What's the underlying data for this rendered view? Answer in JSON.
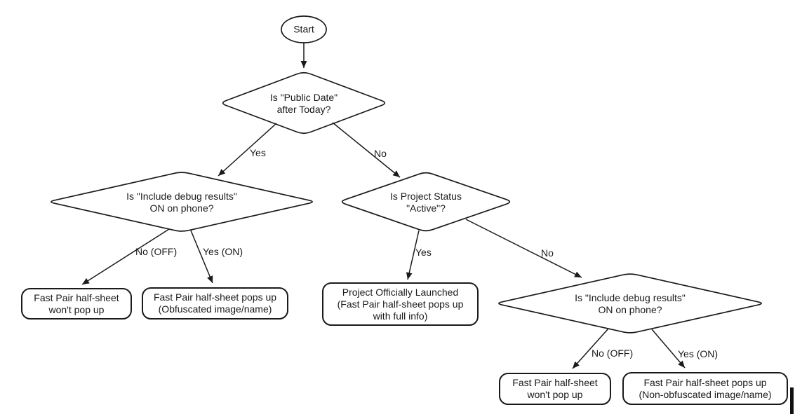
{
  "diagram": {
    "background": "#ffffff",
    "stroke_color": "#1a1a1a",
    "nodes": {
      "start": {
        "label": "Start",
        "type": "terminator"
      },
      "public_date": {
        "label": "Is \"Public Date\"\nafter Today?",
        "type": "decision"
      },
      "debug_left": {
        "label": "Is \"Include debug results\"\nON on phone?",
        "type": "decision"
      },
      "project_status": {
        "label": "Is Project Status\n\"Active\"?",
        "type": "decision"
      },
      "debug_right": {
        "label": "Is \"Include debug results\"\nON on phone?",
        "type": "decision"
      },
      "no_popup_left": {
        "label": "Fast Pair half-sheet\nwon't pop up",
        "type": "result"
      },
      "obfuscated_popup": {
        "label": "Fast Pair half-sheet pops up\n(Obfuscated image/name)",
        "type": "result"
      },
      "launched": {
        "label": "Project Officially Launched\n(Fast Pair half-sheet pops up\nwith full info)",
        "type": "result"
      },
      "no_popup_right": {
        "label": "Fast Pair half-sheet\nwon't pop up",
        "type": "result"
      },
      "non_obfuscated_popup": {
        "label": "Fast Pair half-sheet pops up\n(Non-obfuscated image/name)",
        "type": "result"
      }
    },
    "edge_labels": {
      "public_date_yes": "Yes",
      "public_date_no": "No",
      "debug_left_no": "No (OFF)",
      "debug_left_yes": "Yes (ON)",
      "project_status_yes": "Yes",
      "project_status_no": "No",
      "debug_right_no": "No (OFF)",
      "debug_right_yes": "Yes (ON)"
    }
  }
}
